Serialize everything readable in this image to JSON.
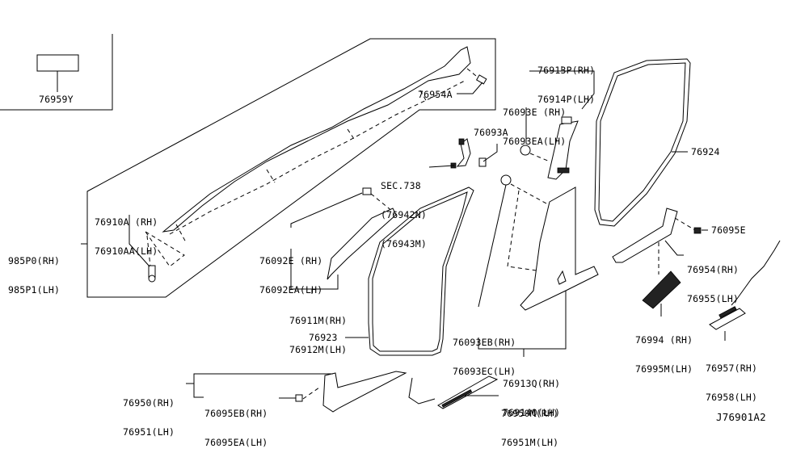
{
  "diagram": {
    "title_code": "J76901A2",
    "inset": {
      "part": "76959Y"
    },
    "labels": {
      "p76954A": "76954A",
      "p76913P": [
        "76913P(RH)",
        "76914P(LH)"
      ],
      "p76093E": [
        "76093E (RH)",
        "76093EA(LH)"
      ],
      "p76093A": "76093A",
      "sec738": [
        "SEC.738",
        "(76942N)",
        "(76943M)"
      ],
      "p76924": "76924",
      "p76910A": [
        "76910A (RH)",
        "76910AA(LH)"
      ],
      "p985P0": [
        "985P0(RH)",
        "985P1(LH)"
      ],
      "p76092E": [
        "76092E (RH)",
        "76092EA(LH)"
      ],
      "p76911M": [
        "76911M(RH)",
        "76912M(LH)"
      ],
      "p76923": "76923",
      "p76095E": "76095E",
      "p76954": [
        "76954(RH)",
        "76955(LH)"
      ],
      "p76994": [
        "76994 (RH)",
        "76995M(LH)"
      ],
      "p76093EB": [
        "76093EB(RH)",
        "76093EC(LH)"
      ],
      "p76913Q": [
        "76913Q(RH)",
        "76914Q(LH)"
      ],
      "p76957": [
        "76957(RH)",
        "76958(LH)"
      ],
      "p76950": [
        "76950(RH)",
        "76951(LH)"
      ],
      "p76095EB": [
        "76095EB(RH)",
        "76095EA(LH)"
      ],
      "p76950M": [
        "76950M(RH)",
        "76951M(LH)"
      ]
    }
  }
}
